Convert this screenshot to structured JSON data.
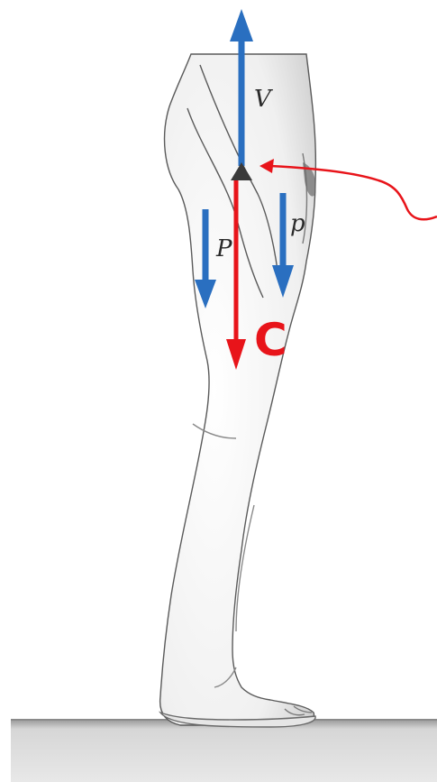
{
  "labels": {
    "v": "V",
    "p_left": "P",
    "p_right": "p",
    "c": "C"
  },
  "colors": {
    "blue_force": "#2a6fc0",
    "red_force": "#e8141a",
    "pivot": "#3a3a3a",
    "leg_fill": "#f2f2f2",
    "leg_stroke": "#555555",
    "floor": "#c9c9c9"
  },
  "icons": {
    "pivot": "triangle-pivot-icon"
  }
}
